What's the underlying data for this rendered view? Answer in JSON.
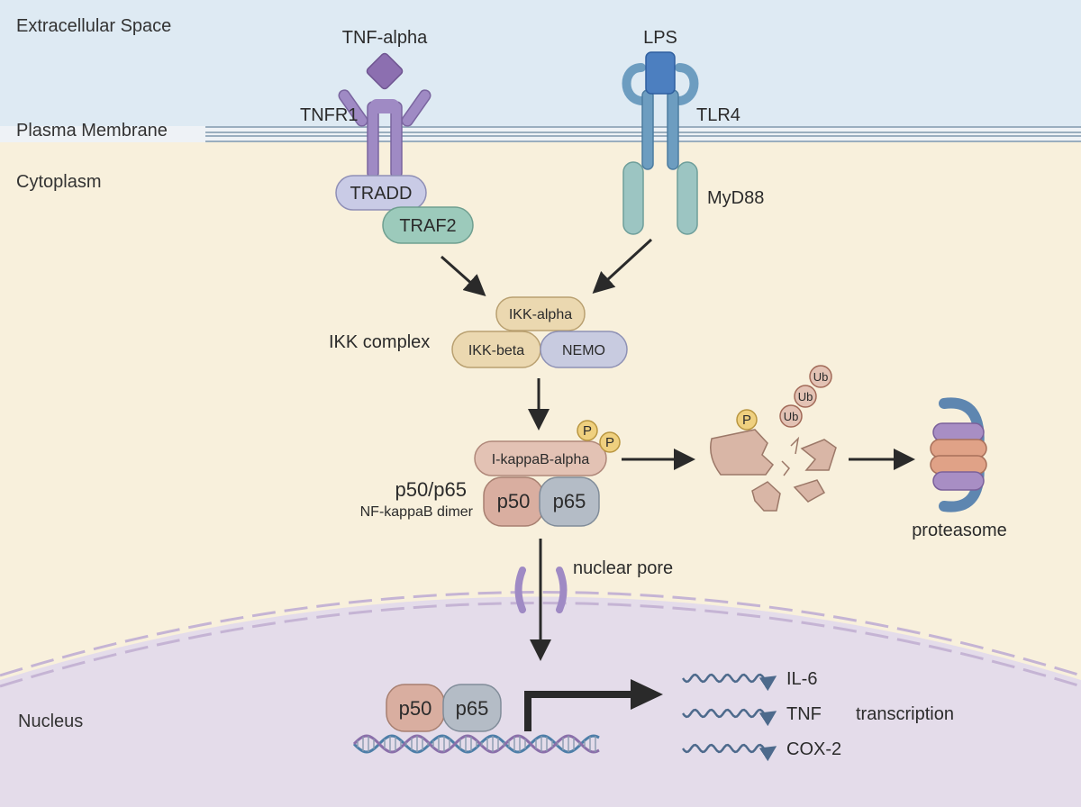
{
  "regions": {
    "extracellular": "Extracellular Space",
    "membrane": "Plasma Membrane",
    "cytoplasm": "Cytoplasm",
    "nucleus": "Nucleus"
  },
  "receptors": {
    "tnf_ligand": "TNF-alpha",
    "tnfr1": "TNFR1",
    "tradd": "TRADD",
    "traf2": "TRAF2",
    "lps_ligand": "LPS",
    "tlr4": "TLR4",
    "myd88": "MyD88"
  },
  "ikk": {
    "complex_label": "IKK complex",
    "alpha": "IKK-alpha",
    "beta": "IKK-beta",
    "nemo": "NEMO"
  },
  "inhibitor": {
    "ikba": "I-kappaB-alpha",
    "phospho": "P",
    "dimer_label": "p50/p65",
    "dimer_sublabel": "NF-kappaB dimer",
    "p50": "p50",
    "p65": "p65"
  },
  "degradation": {
    "phospho": "P",
    "ubiquitin": "Ub",
    "proteasome": "proteasome"
  },
  "nuclear": {
    "pore": "nuclear pore",
    "p50": "p50",
    "p65": "p65",
    "transcription": "transcription",
    "genes": [
      "IL-6",
      "TNF",
      "COX-2"
    ]
  },
  "colors": {
    "extracellular_bg": "#deeaf3",
    "cytoplasm_bg": "#f8f0dc",
    "nucleus_bg": "#e4dcea",
    "tnf_receptor": "#9f8ac4",
    "tlr4_receptor": "#6d9dc0",
    "myd88": "#9cc5c2",
    "ikk_tan": "#ebd8b0",
    "nemo": "#c8cbe0",
    "p50": "#d9aea0",
    "p65": "#b4bcc6",
    "phospho": "#efd07f",
    "arrow": "#2a2a2a"
  }
}
